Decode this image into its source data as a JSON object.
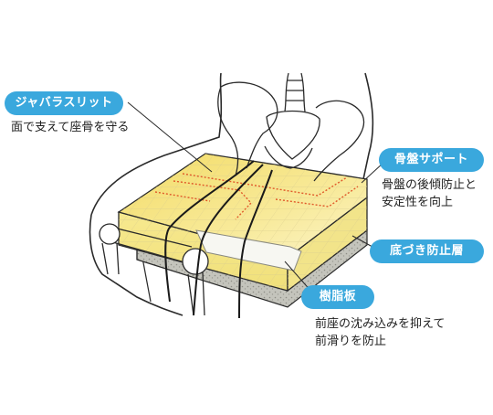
{
  "labels": {
    "jabara": {
      "title": "ジャバラスリット",
      "desc": "面で支えて座骨を守る"
    },
    "pelvis": {
      "title": "骨盤サポート",
      "desc_line1": "骨盤の後傾防止と",
      "desc_line2": "安定性を向上"
    },
    "bottom_slip": {
      "title": "底づき防止層"
    },
    "resin": {
      "title": "樹脂板",
      "desc_line1": "前座の沈み込みを抑えて",
      "desc_line2": "前滑りを防止"
    }
  },
  "colors": {
    "label_bg": "#3aa8dd",
    "cushion_yellow": "#f6e27a",
    "cushion_pale": "#fbf4c4",
    "foam_gray": "#bdbdb5",
    "slit_red": "#e05a2a",
    "grid": "#cfc38a",
    "outline": "#2a2a2a"
  }
}
